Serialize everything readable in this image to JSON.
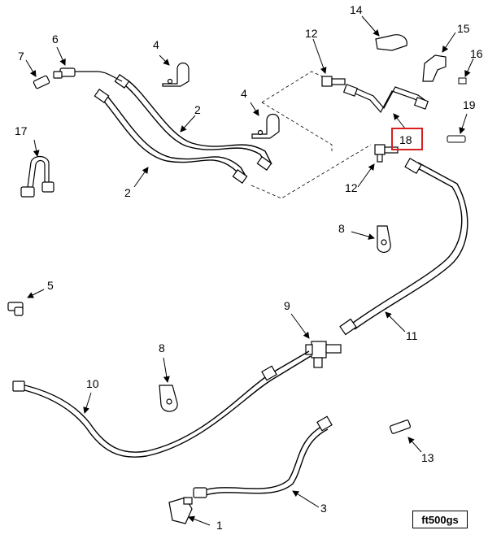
{
  "diagram": {
    "callouts": {
      "c1": "1",
      "c2a": "2",
      "c2b": "2",
      "c3": "3",
      "c4a": "4",
      "c4b": "4",
      "c5": "5",
      "c6": "6",
      "c7": "7",
      "c8a": "8",
      "c8b": "8",
      "c9": "9",
      "c10": "10",
      "c11": "11",
      "c12a": "12",
      "c12b": "12",
      "c13": "13",
      "c14": "14",
      "c15": "15",
      "c16": "16",
      "c17": "17",
      "c18": "18",
      "c19": "19"
    },
    "highlighted_callout": "18",
    "highlight_color": "#d61f1f",
    "figure_code": "ft500gs"
  }
}
